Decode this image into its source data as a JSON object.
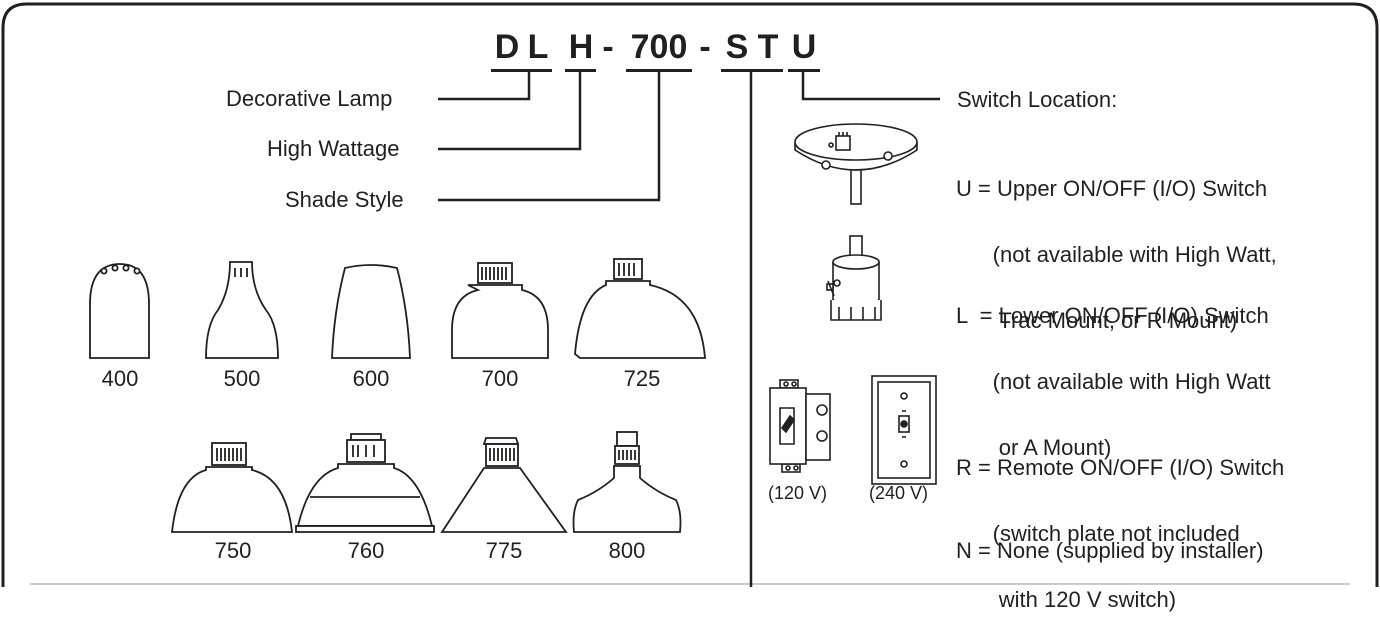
{
  "model": {
    "code": [
      "D",
      "L",
      "H",
      "-",
      "700",
      "-",
      "S",
      "T",
      "U"
    ]
  },
  "callouts": {
    "decorative": "Decorative Lamp",
    "wattage": "High Wattage",
    "shade_style": "Shade Style",
    "switch_location": "Switch Location:"
  },
  "shades": [
    "400",
    "500",
    "600",
    "700",
    "725",
    "750",
    "760",
    "775",
    "800"
  ],
  "switch_options": {
    "upper": [
      "U = Upper ON/OFF (I/O) Switch",
      "      (not available with High Watt,",
      "       Trac Mount, or R Mount)"
    ],
    "lower": [
      "L  = Lower ON/OFF (I/O) Switch",
      "      (not available with High Watt",
      "       or A Mount)"
    ],
    "remote": [
      "R = Remote ON/OFF (I/O) Switch",
      "      (switch plate not included",
      "       with 120 V switch)"
    ],
    "none": "N = None (supplied by installer)"
  },
  "voltages": {
    "v120": "(120 V)",
    "v240": "(240 V)"
  }
}
